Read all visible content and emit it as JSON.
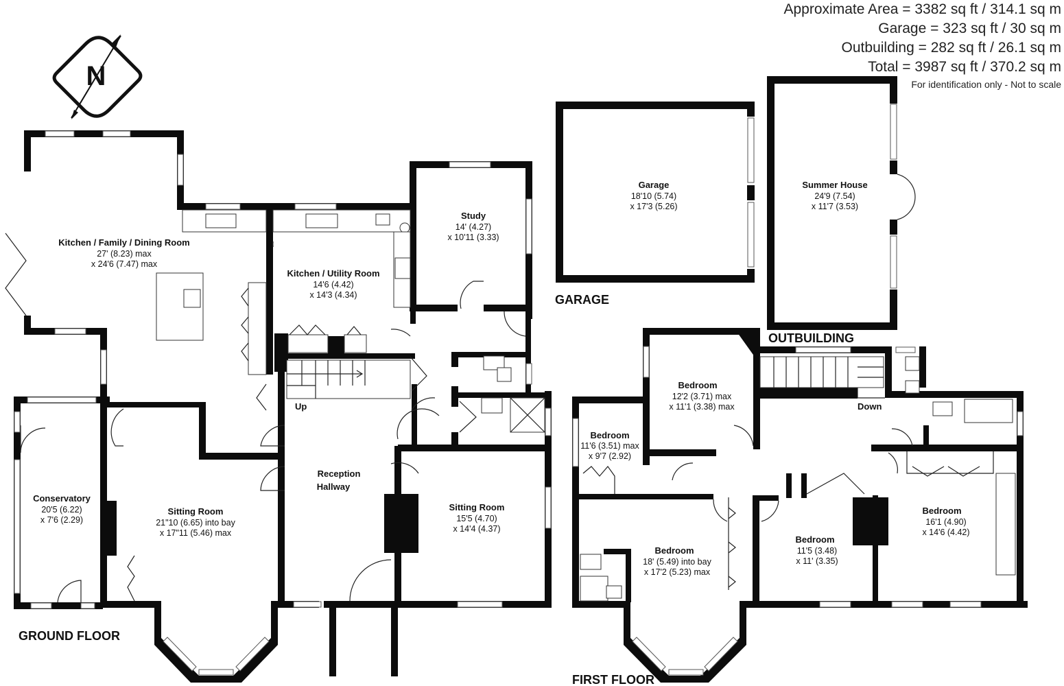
{
  "summary": {
    "approx_area": "Approximate Area = 3382 sq ft / 314.1 sq m",
    "garage": "Garage = 323 sq ft / 30 sq m",
    "outbuilding": "Outbuilding = 282 sq ft / 26.1 sq m",
    "total": "Total = 3987 sq ft / 370.2 sq m",
    "disclaimer": "For identification only - Not to scale"
  },
  "compass": {
    "letter": "N",
    "icon": "north-compass-icon"
  },
  "floor_labels": {
    "ground": "GROUND FLOOR",
    "first": "FIRST FLOOR",
    "garage": "GARAGE",
    "outbuilding": "OUTBUILDING"
  },
  "stair_labels": {
    "up": "Up",
    "down": "Down"
  },
  "rooms": {
    "kitchen_family": {
      "name": "Kitchen / Family / Dining Room",
      "dim1": "27' (8.23) max",
      "dim2": "x 24'6 (7.47) max"
    },
    "kitchen_utility": {
      "name": "Kitchen / Utility Room",
      "dim1": "14'6 (4.42)",
      "dim2": "x 14'3 (4.34)"
    },
    "study": {
      "name": "Study",
      "dim1": "14' (4.27)",
      "dim2": "x 10'11 (3.33)"
    },
    "garage": {
      "name": "Garage",
      "dim1": "18'10 (5.74)",
      "dim2": "x 17'3 (5.26)"
    },
    "summer_house": {
      "name": "Summer House",
      "dim1": "24'9 (7.54)",
      "dim2": "x 11'7 (3.53)"
    },
    "conservatory": {
      "name": "Conservatory",
      "dim1": "20'5 (6.22)",
      "dim2": "x 7'6 (2.29)"
    },
    "sitting_left": {
      "name": "Sitting Room",
      "dim1": "21\"10 (6.65) into bay",
      "dim2": "x 17\"11 (5.46) max"
    },
    "reception": {
      "name": "Reception",
      "name2": "Hallway"
    },
    "sitting_right": {
      "name": "Sitting Room",
      "dim1": "15'5 (4.70)",
      "dim2": "x 14'4 (4.37)"
    },
    "bed_top": {
      "name": "Bedroom",
      "dim1": "12'2 (3.71) max",
      "dim2": "x 11'1 (3.38) max"
    },
    "bed_small": {
      "name": "Bedroom",
      "dim1": "11'6 (3.51) max",
      "dim2": "x 9'7 (2.92)"
    },
    "bed_bay": {
      "name": "Bedroom",
      "dim1": "18' (5.49) into bay",
      "dim2": "x 17'2 (5.23) max"
    },
    "bed_mid": {
      "name": "Bedroom",
      "dim1": "11'5 (3.48)",
      "dim2": "x 11' (3.35)"
    },
    "bed_right": {
      "name": "Bedroom",
      "dim1": "16'1 (4.90)",
      "dim2": "x 14'6 (4.42)"
    }
  }
}
